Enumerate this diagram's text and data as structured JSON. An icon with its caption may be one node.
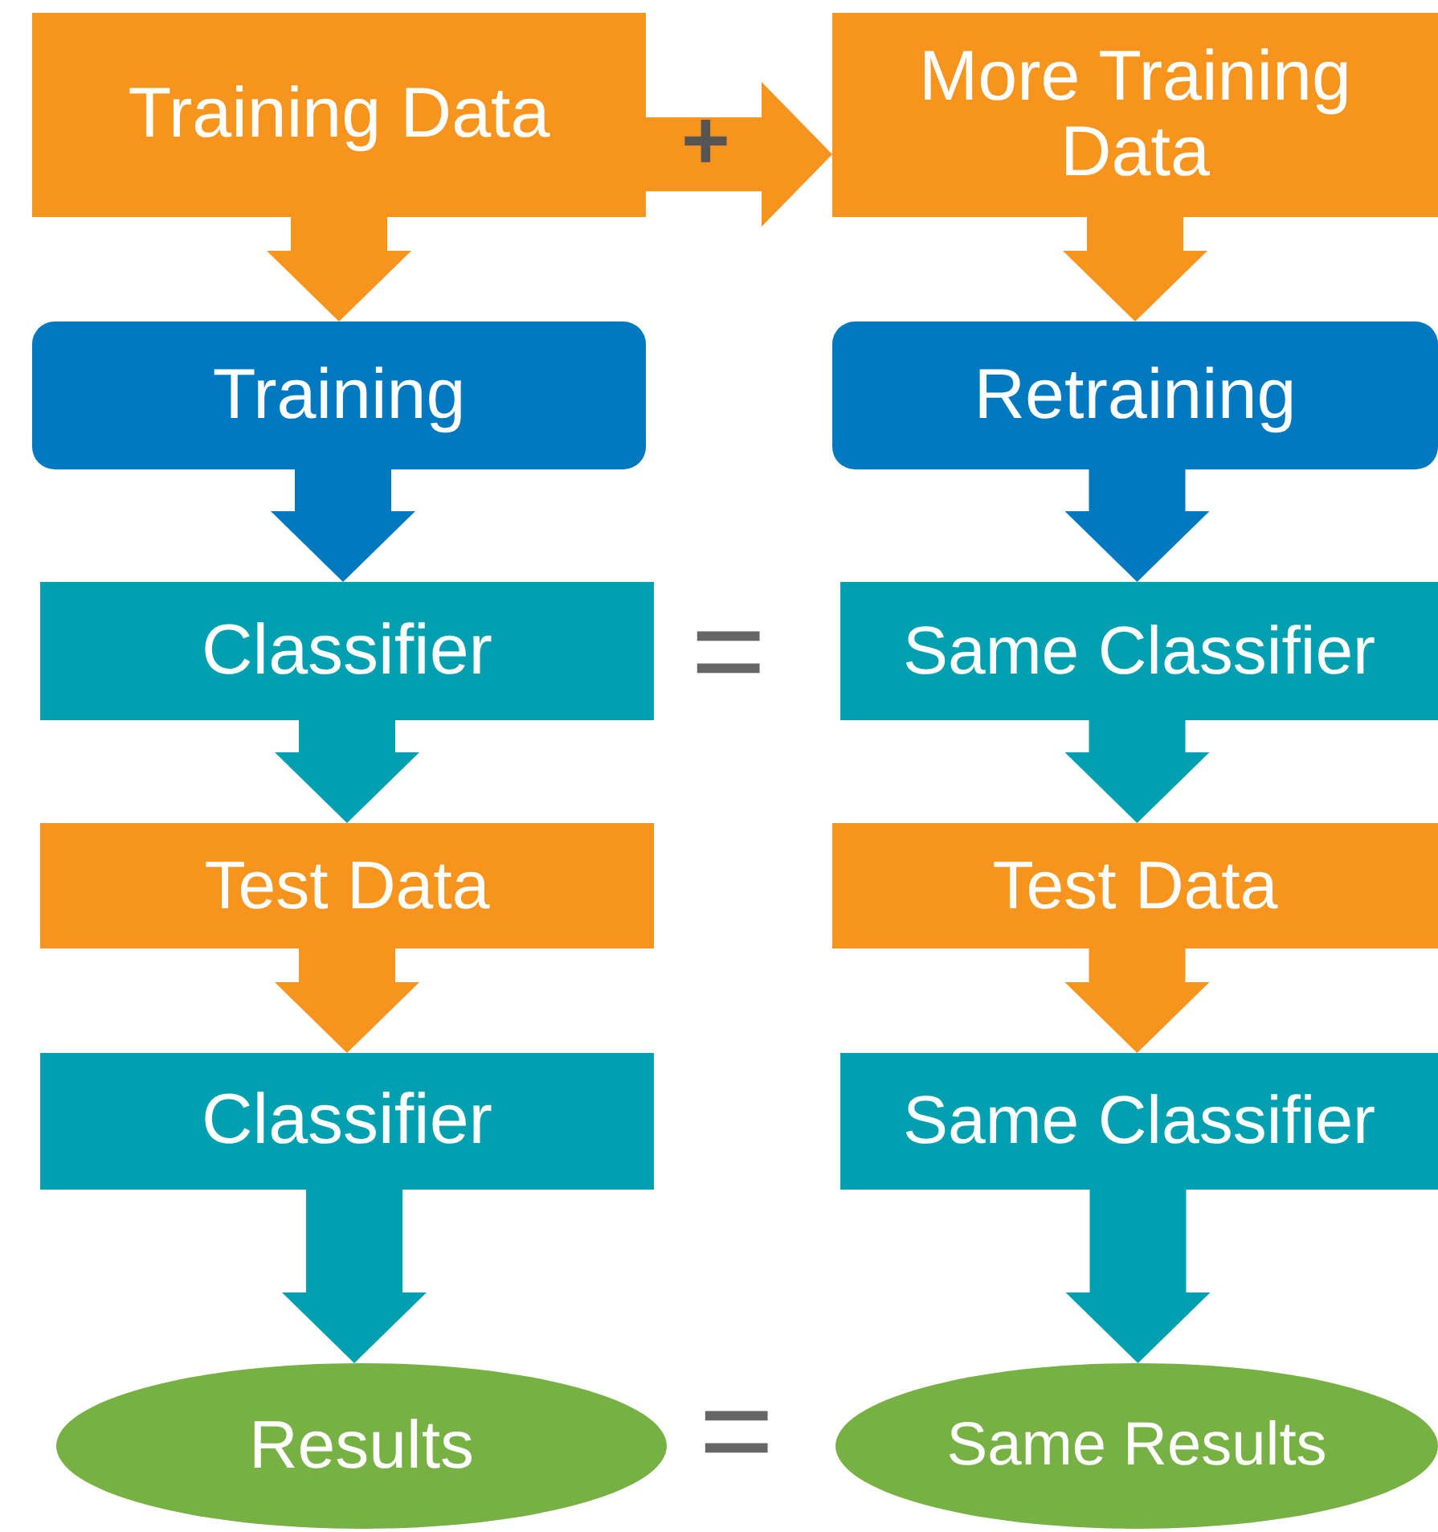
{
  "diagram": {
    "nodes": [
      {
        "text": [
          "Training Data"
        ]
      },
      {
        "text": [
          "More Training Data"
        ]
      },
      {
        "text": [
          "Training"
        ]
      },
      {
        "text": [
          "Retraining"
        ]
      },
      {
        "text": [
          "Classifier"
        ]
      },
      {
        "text": [
          "Same Classifier"
        ]
      },
      {
        "text": [
          "Test Data"
        ]
      },
      {
        "text": [
          "Test Data"
        ]
      },
      {
        "text": [
          "Classifier"
        ]
      },
      {
        "text": [
          "Same Classifier"
        ]
      },
      {
        "text": [
          "Results"
        ]
      },
      {
        "text": [
          "Same Results"
        ]
      }
    ],
    "edges": [
      {
        "from": 0,
        "to": 1,
        "arrow": "to",
        "label": "+"
      },
      {
        "from": 0,
        "to": 2,
        "arrow": "to"
      },
      {
        "from": 1,
        "to": 3,
        "arrow": "to"
      },
      {
        "from": 2,
        "to": 4,
        "arrow": "to",
        "color": "#0079c1"
      },
      {
        "from": 3,
        "to": 5,
        "arrow": "to",
        "color": "#0079c1"
      },
      {
        "from": 4,
        "to": 6,
        "arrow": "to",
        "color": "#00a0b0"
      },
      {
        "from": 5,
        "to": 7,
        "arrow": "to",
        "color": "#00a0b0"
      },
      {
        "from": 6,
        "to": 8,
        "arrow": "to"
      },
      {
        "from": 7,
        "to": 9,
        "arrow": "to"
      },
      {
        "from": 8,
        "to": 10,
        "arrow": "to",
        "color": "#00a0b0"
      },
      {
        "from": 9,
        "to": 11,
        "arrow": "to",
        "color": "#00a0b0"
      }
    ],
    "labels": [
      "=",
      "="
    ]
  }
}
